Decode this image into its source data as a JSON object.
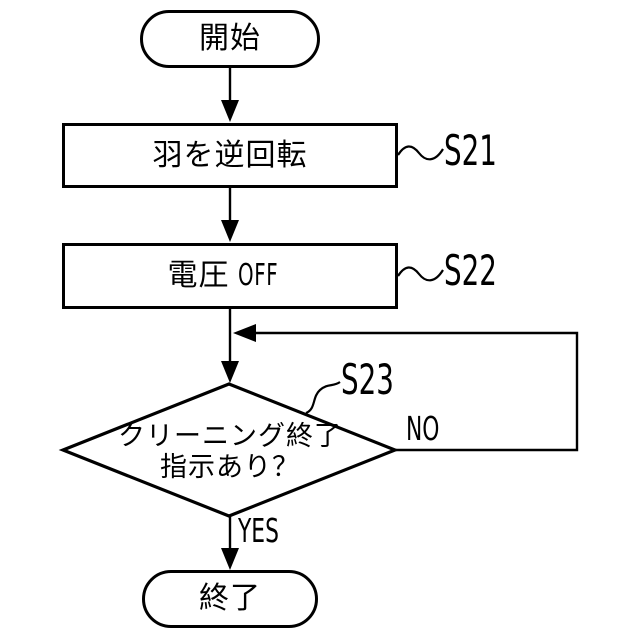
{
  "figure": {
    "type": "flowchart",
    "background": "#ffffff",
    "stroke_color": "#000000",
    "text_color": "#000000"
  },
  "nodes": {
    "start": {
      "label": "開始"
    },
    "s21": {
      "step_id": "S21",
      "label": "羽を逆回転"
    },
    "s22": {
      "step_id": "S22",
      "label_jp": "電圧",
      "label_latin": "OFF"
    },
    "s23": {
      "step_id": "S23",
      "question_line1": "クリーニング終了",
      "question_line2": "指示あり？",
      "no_label": "NO",
      "yes_label": "YES"
    },
    "end": {
      "label": "終了"
    }
  }
}
